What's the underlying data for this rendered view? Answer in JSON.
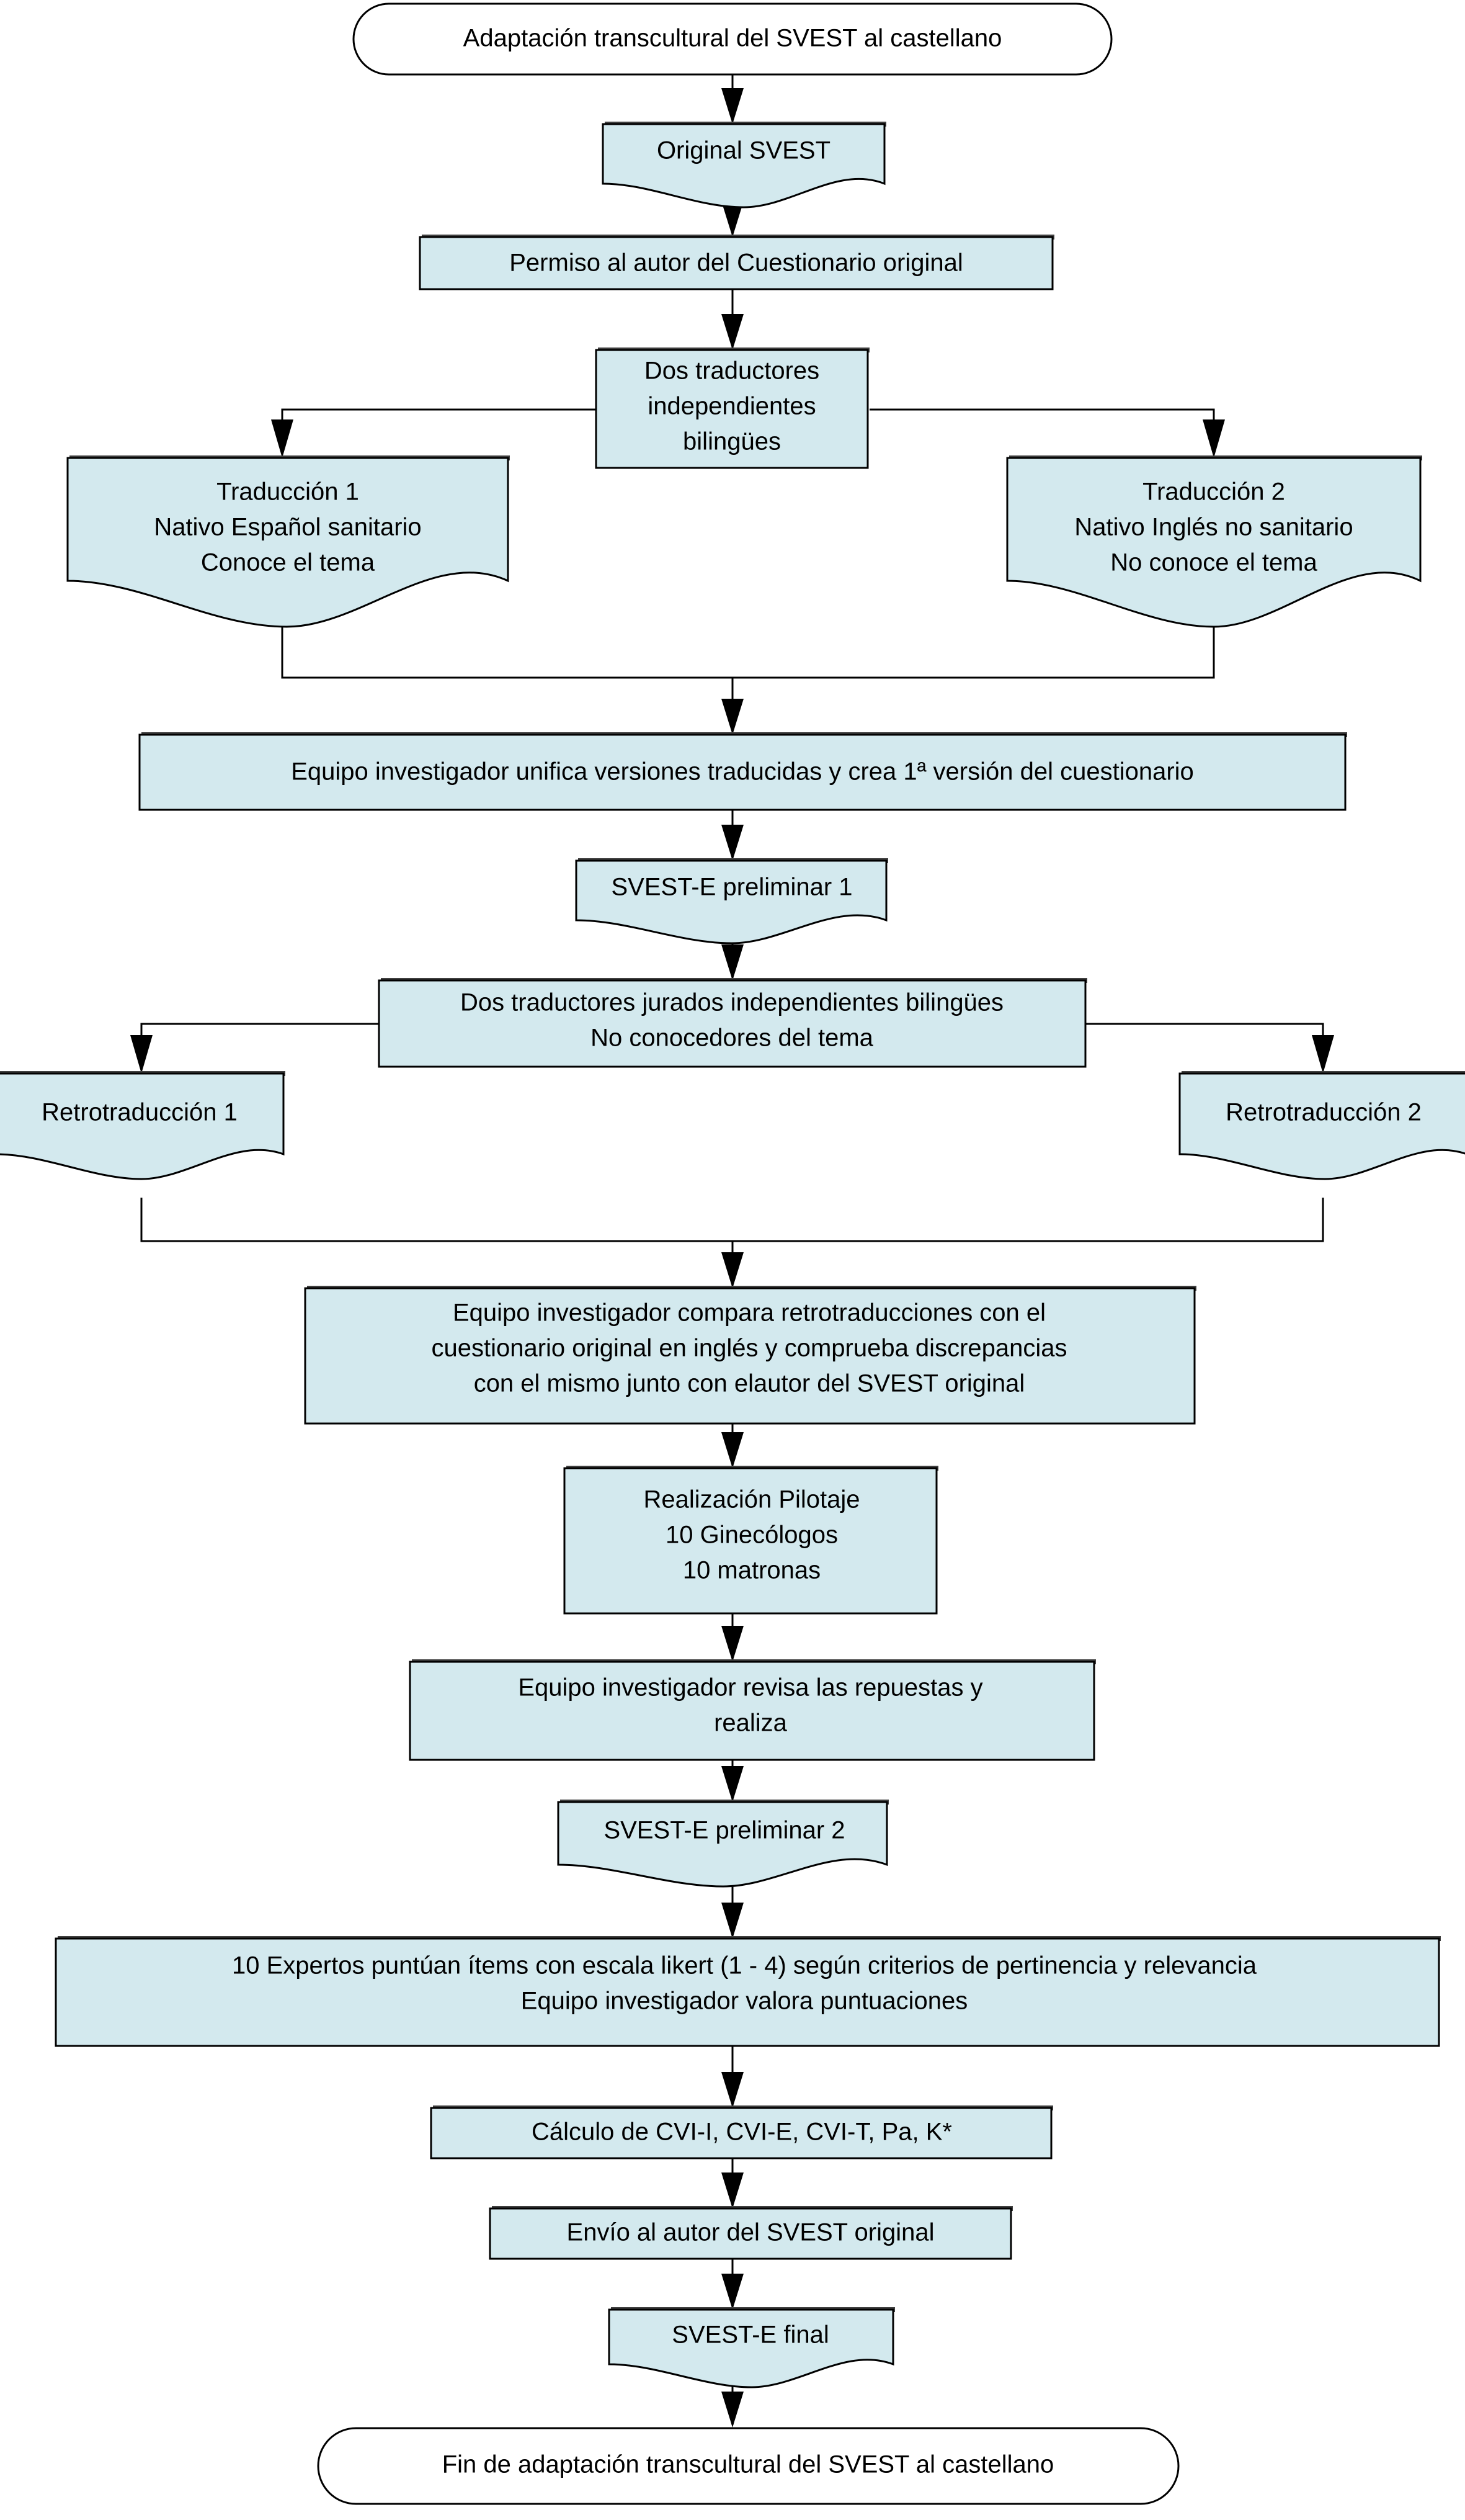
{
  "diagram": {
    "title": "Adaptación transcultural del SVEST al castellano",
    "type": "flowchart",
    "colors": {
      "node_fill": "#d3e9ee",
      "node_stroke": "#000000",
      "terminal_fill": "#ffffff",
      "shadow": "#404040",
      "connector": "#000000",
      "text": "#000000",
      "background": "#ffffff"
    },
    "nodes": [
      {
        "id": "start",
        "shape": "terminator",
        "lines": [
          "Adaptación transcultural del SVEST al castellano"
        ]
      },
      {
        "id": "original-svest",
        "shape": "document",
        "lines": [
          "Original SVEST"
        ]
      },
      {
        "id": "permiso-autor",
        "shape": "process",
        "lines": [
          "Permiso al autor del Cuestionario original"
        ]
      },
      {
        "id": "dos-traductores",
        "shape": "process",
        "lines": [
          "Dos traductores",
          "independientes",
          "bilingües"
        ]
      },
      {
        "id": "traduccion-1",
        "shape": "document",
        "lines": [
          "Traducción 1",
          "Nativo Español sanitario",
          "Conoce el tema"
        ]
      },
      {
        "id": "traduccion-2",
        "shape": "document",
        "lines": [
          "Traducción 2",
          "Nativo Inglés no sanitario",
          "No conoce el tema"
        ]
      },
      {
        "id": "unifica-versiones",
        "shape": "process",
        "lines": [
          "Equipo investigador unifica versiones traducidas y crea 1ª versión del cuestionario"
        ],
        "superscript": "ª"
      },
      {
        "id": "svest-e-preliminar-1",
        "shape": "document",
        "lines": [
          "SVEST-E preliminar 1"
        ]
      },
      {
        "id": "traductores-jurados",
        "shape": "process",
        "lines": [
          "Dos traductores jurados independientes bilingües",
          "No conocedores del tema"
        ]
      },
      {
        "id": "retrotraduccion-1",
        "shape": "document",
        "lines": [
          "Retrotraducción 1"
        ]
      },
      {
        "id": "retrotraduccion-2",
        "shape": "document",
        "lines": [
          "Retrotraducción 2"
        ]
      },
      {
        "id": "compara-retrotraducciones",
        "shape": "process",
        "lines": [
          "Equipo investigador compara retrotraducciones con el",
          "cuestionario original en inglés y comprueba discrepancias",
          "con el mismo junto con elautor del SVEST original"
        ]
      },
      {
        "id": "realizacion-pilotaje",
        "shape": "process",
        "lines": [
          "Realización Pilotaje",
          "10 Ginecólogos",
          "10 matronas"
        ]
      },
      {
        "id": "revisa-repuestas",
        "shape": "process",
        "lines": [
          "Equipo investigador revisa las repuestas y",
          "realiza"
        ]
      },
      {
        "id": "svest-e-preliminar-2",
        "shape": "document",
        "lines": [
          "SVEST-E preliminar 2"
        ]
      },
      {
        "id": "expertos-likert",
        "shape": "process",
        "lines": [
          "10 Expertos puntúan ítems con escala likert (1 - 4) según criterios de pertinencia y relevancia",
          "Equipo investigador valora puntuaciones"
        ]
      },
      {
        "id": "calculo-cvi",
        "shape": "process",
        "lines": [
          "Cálculo de CVI-I, CVI-E, CVI-T, Pa, K*"
        ]
      },
      {
        "id": "envio-autor",
        "shape": "process",
        "lines": [
          "Envío al autor  del SVEST original"
        ]
      },
      {
        "id": "svest-e-final",
        "shape": "document",
        "lines": [
          "SVEST-E final"
        ]
      },
      {
        "id": "end",
        "shape": "terminator",
        "lines": [
          "Fin de adaptación transcultural del SVEST al castellano"
        ]
      }
    ],
    "edges": [
      {
        "from": "start",
        "to": "original-svest",
        "kind": "straight-down"
      },
      {
        "from": "original-svest",
        "to": "permiso-autor",
        "kind": "straight-down"
      },
      {
        "from": "permiso-autor",
        "to": "dos-traductores",
        "kind": "straight-down"
      },
      {
        "from": "dos-traductores",
        "to": "traduccion-1",
        "kind": "branch-left"
      },
      {
        "from": "dos-traductores",
        "to": "traduccion-2",
        "kind": "branch-right"
      },
      {
        "from": "traduccion-1",
        "to": "unifica-versiones",
        "kind": "merge-from-left"
      },
      {
        "from": "traduccion-2",
        "to": "unifica-versiones",
        "kind": "merge-from-right"
      },
      {
        "from": "unifica-versiones",
        "to": "svest-e-preliminar-1",
        "kind": "straight-down"
      },
      {
        "from": "svest-e-preliminar-1",
        "to": "traductores-jurados",
        "kind": "straight-down"
      },
      {
        "from": "traductores-jurados",
        "to": "retrotraduccion-1",
        "kind": "branch-left"
      },
      {
        "from": "traductores-jurados",
        "to": "retrotraduccion-2",
        "kind": "branch-right"
      },
      {
        "from": "retrotraduccion-1",
        "to": "compara-retrotraducciones",
        "kind": "merge-from-left"
      },
      {
        "from": "retrotraduccion-2",
        "to": "compara-retrotraducciones",
        "kind": "merge-from-right"
      },
      {
        "from": "compara-retrotraducciones",
        "to": "realizacion-pilotaje",
        "kind": "straight-down"
      },
      {
        "from": "realizacion-pilotaje",
        "to": "revisa-repuestas",
        "kind": "straight-down"
      },
      {
        "from": "revisa-repuestas",
        "to": "svest-e-preliminar-2",
        "kind": "straight-down"
      },
      {
        "from": "svest-e-preliminar-2",
        "to": "expertos-likert",
        "kind": "straight-down"
      },
      {
        "from": "expertos-likert",
        "to": "calculo-cvi",
        "kind": "straight-down"
      },
      {
        "from": "calculo-cvi",
        "to": "envio-autor",
        "kind": "straight-down"
      },
      {
        "from": "envio-autor",
        "to": "svest-e-final",
        "kind": "straight-down"
      },
      {
        "from": "svest-e-final",
        "to": "end",
        "kind": "straight-down"
      }
    ]
  }
}
